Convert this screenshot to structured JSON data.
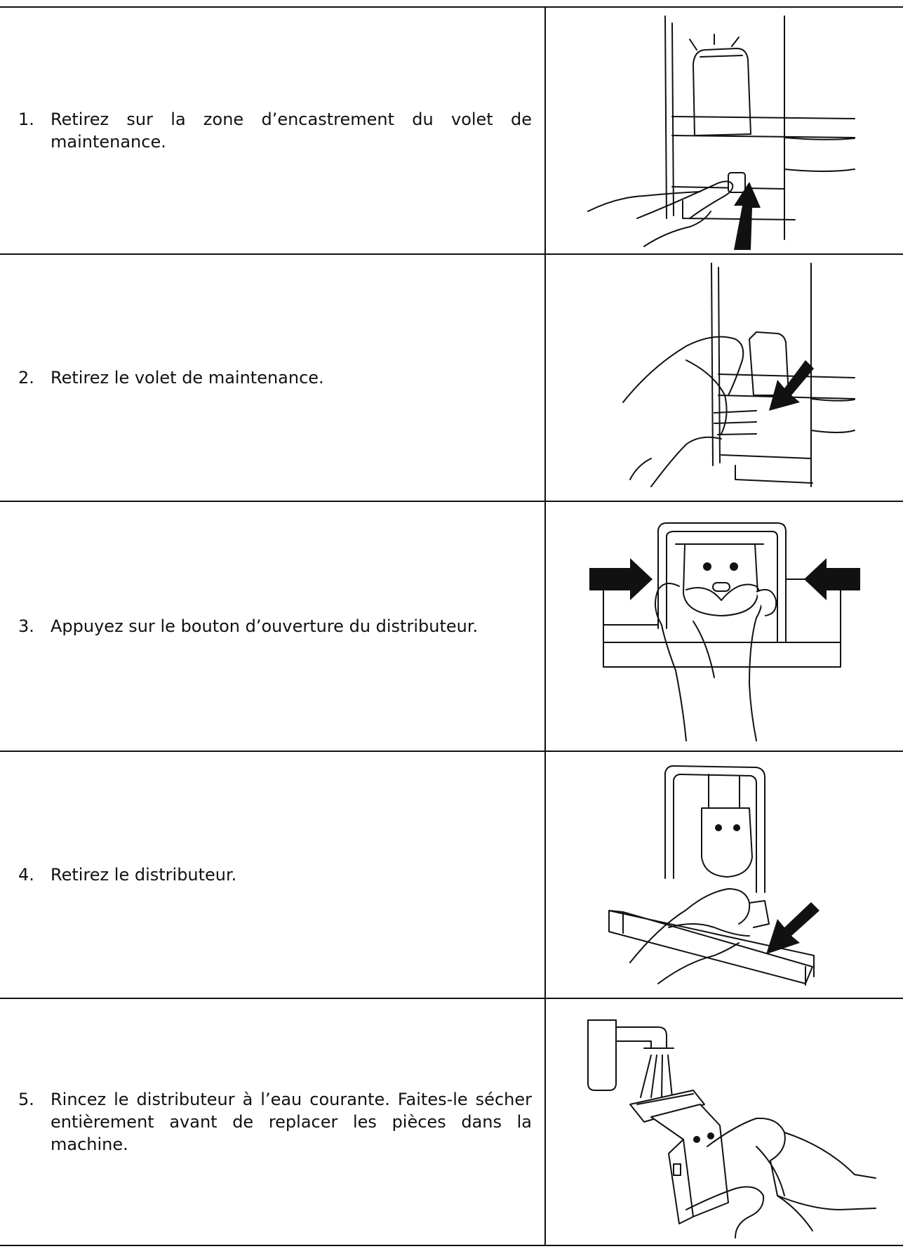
{
  "steps": [
    {
      "number": "1.",
      "text": "Retirez sur la zone d’encastrement du volet de maintenance."
    },
    {
      "number": "2.",
      "text": "Retirez le volet de maintenance."
    },
    {
      "number": "3.",
      "text": "Appuyez sur le bouton d’ouverture du distributeur."
    },
    {
      "number": "4.",
      "text": "Retirez le distributeur."
    },
    {
      "number": "5.",
      "text": "Rincez le distributeur à l’eau courante. Faites-le sécher entièrement avant de replacer les pièces dans la machine."
    }
  ]
}
